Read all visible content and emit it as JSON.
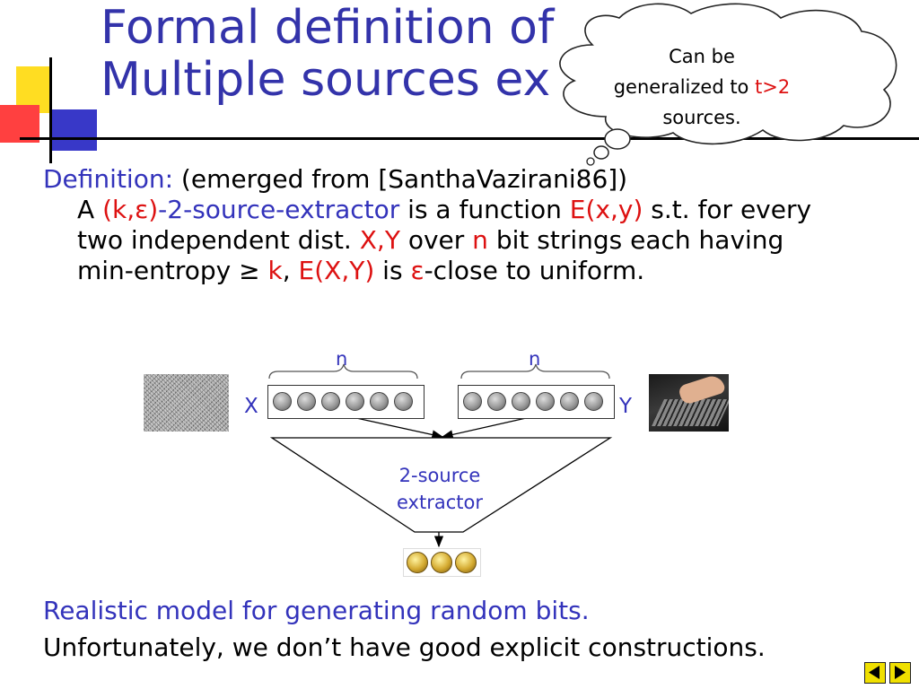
{
  "slide": {
    "title_line1": "Formal definition of",
    "title_line2": "Multiple sources ex",
    "callout": {
      "line1": "Can be",
      "line2_prefix": "generalized to ",
      "line2_highlight": "t>2",
      "line3": "sources."
    },
    "definition": {
      "label": "Definition:",
      "source": " (emerged from [SanthaVazirani86])",
      "a": "A ",
      "params": "(k,ε)",
      "dash": "-",
      "extractor_name": "2-source-extractor",
      "is_function": " is a function ",
      "func": "E(x,y)",
      "st": " s.t. for every",
      "two_indep": "two independent dist. ",
      "xy": "X,Y",
      "over": " over ",
      "n": "n",
      "bit_strings": " bit strings each having",
      "min_entropy": "min-entropy ≥ ",
      "k": "k",
      "comma": ", ",
      "exy": "E(X,Y)",
      "is": " is ",
      "eps": "ε",
      "close": "-close to uniform."
    },
    "diagram": {
      "n_left": "n",
      "n_right": "n",
      "x_label": "X",
      "y_label": "Y",
      "extractor_line1": "2-source",
      "extractor_line2": "extractor"
    },
    "realistic": "Realistic model for generating random bits.",
    "unfortunately": "Unfortunately, we don’t have good explicit constructions."
  },
  "colors": {
    "title": "#3333aa",
    "accent_blue": "#3333bb",
    "accent_red": "#dd1111",
    "nav_yellow": "#f0e000"
  },
  "icons": {
    "nav_prev": "triangle-left-icon",
    "nav_next": "triangle-right-icon"
  }
}
